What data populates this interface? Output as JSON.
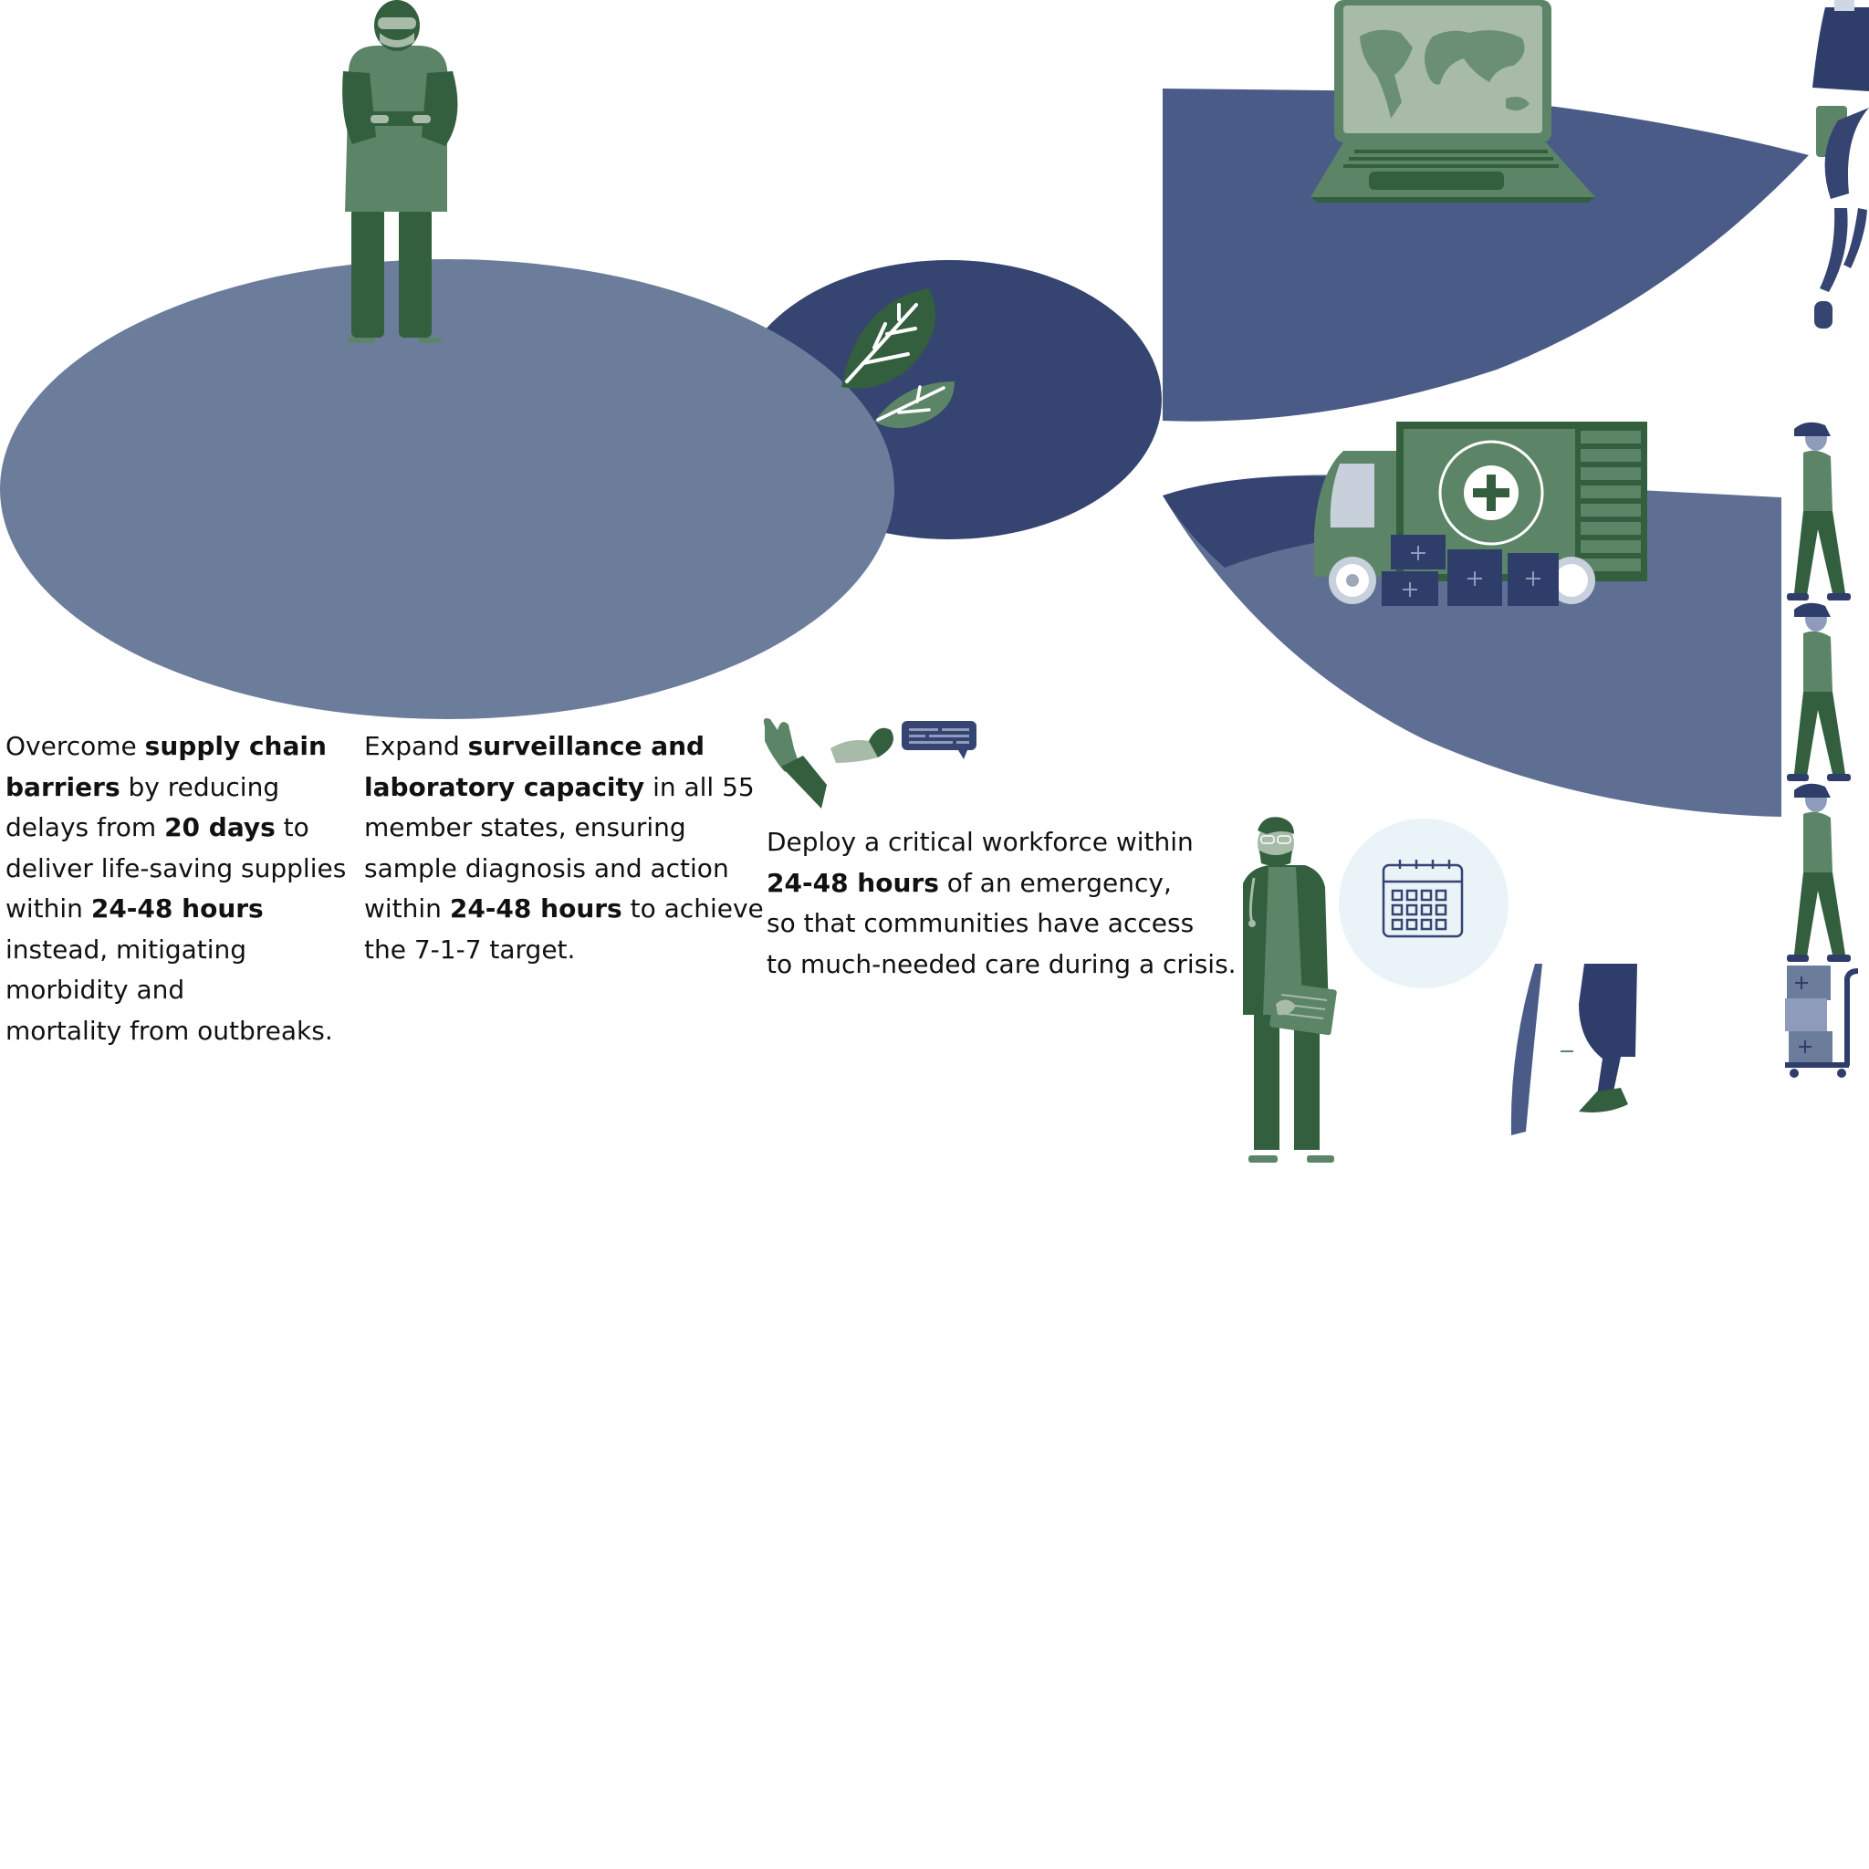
{
  "colors": {
    "slate_blue": "#6c7d9c",
    "navy": "#354470",
    "mid_blue": "#4a5b87",
    "dark_green": "#335f3f",
    "mid_green": "#5b8566",
    "light_green": "#a7bba8",
    "pale_circle": "#e9f3f8",
    "text": "#111111"
  },
  "icons": [
    "health-worker-figure",
    "leaf-icon",
    "laptop-world-map-icon",
    "clipboard-figure",
    "medical-truck-icon",
    "delivery-worker-figure",
    "hand-cursor-icon",
    "speech-bubble-icon",
    "doctor-figure",
    "calendar-icon",
    "walking-person-figure",
    "hand-trolley-icon"
  ],
  "blocks": {
    "supply": {
      "l1_a": "Overcome ",
      "l1_b": "supply chain",
      "l2_b": "barriers",
      "l2_a": " by reducing",
      "l3_a": "delays from ",
      "l3_b": "20 days",
      "l3_c": " to",
      "l4": "deliver life-saving supplies",
      "l5_a": "within ",
      "l5_b": "24-48 hours",
      "l6": "instead, mitigating",
      "l7": "morbidity and",
      "l8": "mortality from outbreaks."
    },
    "surveillance": {
      "l1_a": "Expand ",
      "l1_b": "surveillance and",
      "l2_b": "laboratory capacity",
      "l2_a": " in all 55",
      "l3": "member states, ensuring",
      "l4": "sample diagnosis and action",
      "l5_a": "within ",
      "l5_b": "24-48 hours",
      "l5_c": " to achieve",
      "l6": "the 7-1-7 target."
    },
    "workforce": {
      "l1": "Deploy a critical workforce within",
      "l2_b": "24-48 hours",
      "l2_a": " of an emergency,",
      "l3": "so that communities have access",
      "l4": "to much-needed care during a crisis."
    }
  }
}
